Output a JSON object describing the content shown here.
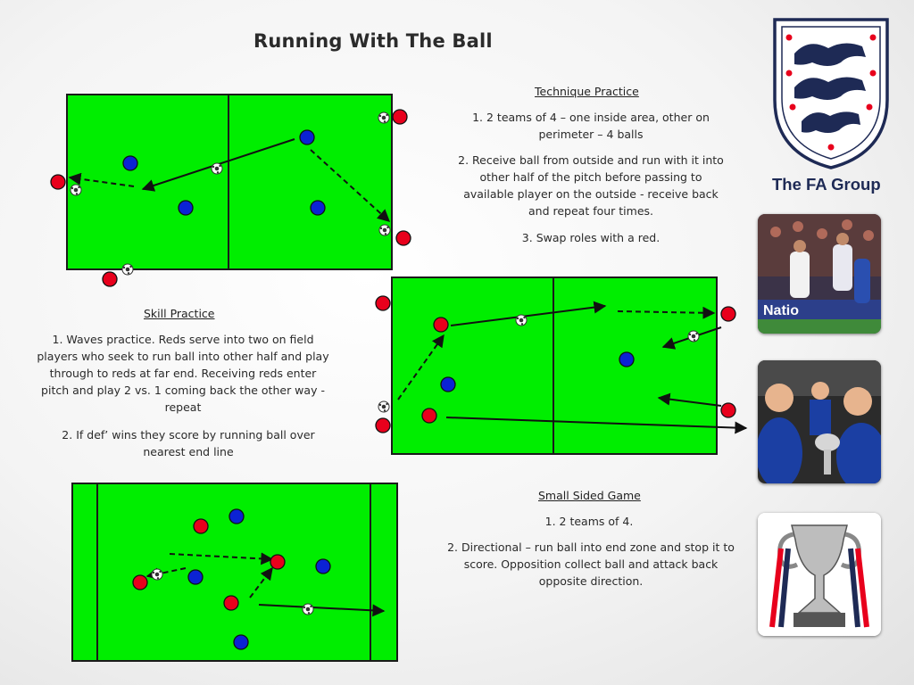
{
  "title": "Running With The Ball",
  "technique": {
    "heading": "Technique Practice",
    "step1": "1. 2 teams of 4 – one inside area, other on perimeter – 4 balls",
    "step2": "2. Receive ball from outside and run with it into other half of the pitch before passing to available player on the outside  - receive back and repeat four times.",
    "step3": "3. Swap roles with a red."
  },
  "skill": {
    "heading": "Skill Practice",
    "step1": "1.  Waves practice. Reds serve into two on field players who seek to run ball into other half and play through to reds at far end. Receiving reds enter pitch and play 2 vs. 1 coming back the other way - repeat",
    "step2": "2. If def’ wins they score by running ball over nearest end line"
  },
  "ssg": {
    "heading": "Small Sided Game",
    "step1": "1. 2 teams of 4.",
    "step2": "2. Directional – run ball into end zone and stop it to score. Opposition collect ball and attack back opposite direction."
  },
  "brand": {
    "name": "The FA Group"
  },
  "colors": {
    "pitch": "#00ee00",
    "red_team": "#e8001c",
    "blue_team": "#0b22d4",
    "brand_navy": "#1e2a55"
  },
  "icons": [
    "three-lions-crest-icon",
    "football-icon"
  ],
  "photos": [
    "football-match-photo",
    "womens-team-celebration-photo",
    "fa-cup-trophy-photo"
  ]
}
